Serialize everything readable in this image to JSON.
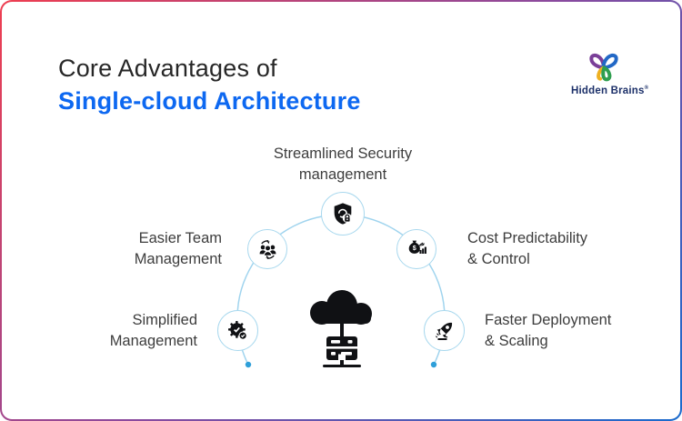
{
  "header": {
    "title_line1": "Core Advantages of",
    "title_line2": "Single-cloud Architecture"
  },
  "logo": {
    "brand": "Hidden Brains",
    "registered_mark": "®",
    "icon": "hidden-brains-knot-icon"
  },
  "diagram": {
    "center_icon": "cloud-server-icon",
    "nodes": [
      {
        "id": "security",
        "icon": "shield-lock-icon",
        "line1": "Streamlined Security",
        "line2": "management"
      },
      {
        "id": "team",
        "icon": "team-sync-icon",
        "line1": "Easier Team",
        "line2": "Management"
      },
      {
        "id": "cost",
        "icon": "money-growth-icon",
        "line1": "Cost Predictability",
        "line2": "& Control"
      },
      {
        "id": "management",
        "icon": "gear-check-icon",
        "line1": "Simplified",
        "line2": "Management"
      },
      {
        "id": "deployment",
        "icon": "rocket-icon",
        "line1": "Faster Deployment",
        "line2": "& Scaling"
      }
    ]
  },
  "colors": {
    "title_primary": "#272727",
    "title_accent": "#0d68f1",
    "label_text": "#3d3d3d",
    "node_border": "#a8d8ee",
    "arc_stroke": "#a0d4ee",
    "arc_dot": "#2e9fd9",
    "icon_fill": "#101114",
    "logo_text": "#1c3069",
    "border_gradient_start": "#ee3e50",
    "border_gradient_mid": "#8b4a9e",
    "border_gradient_end": "#1a6bcd"
  }
}
